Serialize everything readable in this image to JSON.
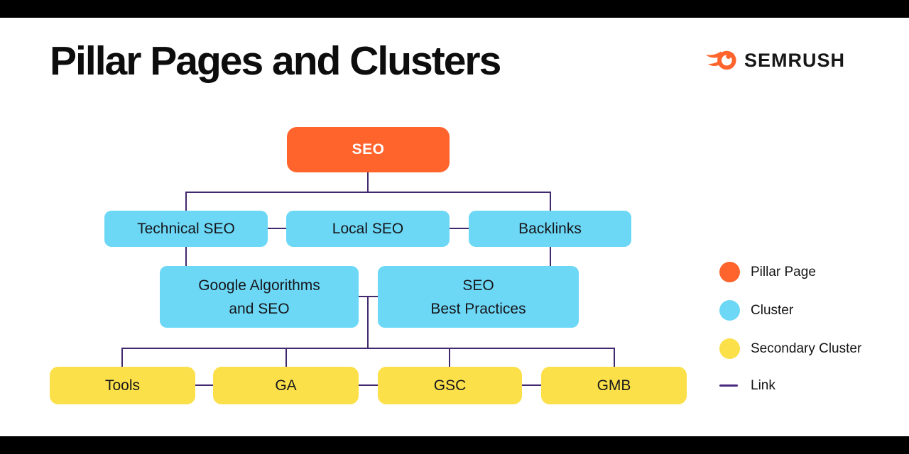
{
  "header": {
    "title": "Pillar Pages and Clusters",
    "brand": {
      "name": "SEMRUSH",
      "logo_icon": "semrush-fireball-icon"
    }
  },
  "colors": {
    "background": "#FFFFFF",
    "letterbox_bars": "#000000",
    "pillar_page": "#FF642D",
    "cluster": "#6CD8F6",
    "secondary_cluster": "#FBE049",
    "link_line": "#42296F",
    "node_text": "#17171C",
    "pillar_text": "#FFFFFF",
    "title_text": "#0D0D0D"
  },
  "diagram": {
    "nodes": {
      "seo": {
        "label": "SEO",
        "type": "pillar-page"
      },
      "technical_seo": {
        "label": "Technical SEO",
        "type": "cluster"
      },
      "local_seo": {
        "label": "Local SEO",
        "type": "cluster"
      },
      "backlinks": {
        "label": "Backlinks",
        "type": "cluster"
      },
      "google_algorithms": {
        "label": "Google Algorithms and SEO",
        "line1": "Google Algorithms",
        "line2": "and SEO",
        "type": "cluster"
      },
      "seo_best_practices": {
        "label": "SEO Best Practices",
        "line1": "SEO",
        "line2": "Best Practices",
        "type": "cluster"
      },
      "tools": {
        "label": "Tools",
        "type": "secondary-cluster"
      },
      "ga": {
        "label": "GA",
        "type": "secondary-cluster"
      },
      "gsc": {
        "label": "GSC",
        "type": "secondary-cluster"
      },
      "gmb": {
        "label": "GMB",
        "type": "secondary-cluster"
      }
    },
    "edges": [
      {
        "from": "seo",
        "to": "technical_seo"
      },
      {
        "from": "seo",
        "to": "backlinks"
      },
      {
        "from": "technical_seo",
        "to": "local_seo"
      },
      {
        "from": "local_seo",
        "to": "backlinks"
      },
      {
        "from": "technical_seo",
        "to": "google_algorithms"
      },
      {
        "from": "backlinks",
        "to": "seo_best_practices"
      },
      {
        "from": "google_algorithms",
        "to": "seo_best_practices"
      },
      {
        "from": "cluster-row-junction",
        "to": "tools"
      },
      {
        "from": "cluster-row-junction",
        "to": "ga"
      },
      {
        "from": "cluster-row-junction",
        "to": "gsc"
      },
      {
        "from": "cluster-row-junction",
        "to": "gmb"
      },
      {
        "from": "tools",
        "to": "ga"
      },
      {
        "from": "ga",
        "to": "gsc"
      },
      {
        "from": "gsc",
        "to": "gmb"
      }
    ]
  },
  "legend": {
    "items": [
      {
        "label": "Pillar Page",
        "swatch": "circle",
        "color": "#FF642D"
      },
      {
        "label": "Cluster",
        "swatch": "circle",
        "color": "#6CD8F6"
      },
      {
        "label": "Secondary Cluster",
        "swatch": "circle",
        "color": "#FBE049"
      },
      {
        "label": "Link",
        "swatch": "line",
        "color": "#4A2B7F"
      }
    ]
  }
}
